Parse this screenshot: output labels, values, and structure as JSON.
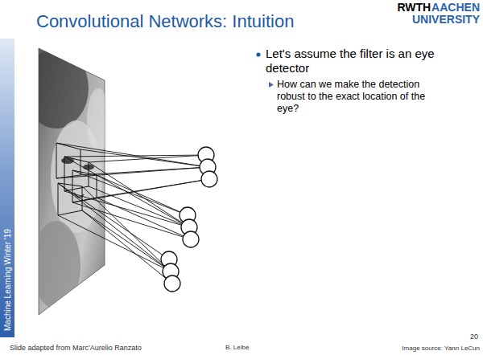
{
  "diagram": {
    "title": "Convolutional Networks: Intuition",
    "labels": [
      "RWTH",
      "AACHEN",
      "UNIVERSITY",
      "Let's assume the filter is an eye detector",
      "How can we make the detection robust to the exact location of the eye?",
      "Machine Learning Winter '19",
      "Slide adapted from Marc'Aurelio Ranzato",
      "B. Leibe",
      "20",
      "Image source: Yann LeCun"
    ]
  }
}
